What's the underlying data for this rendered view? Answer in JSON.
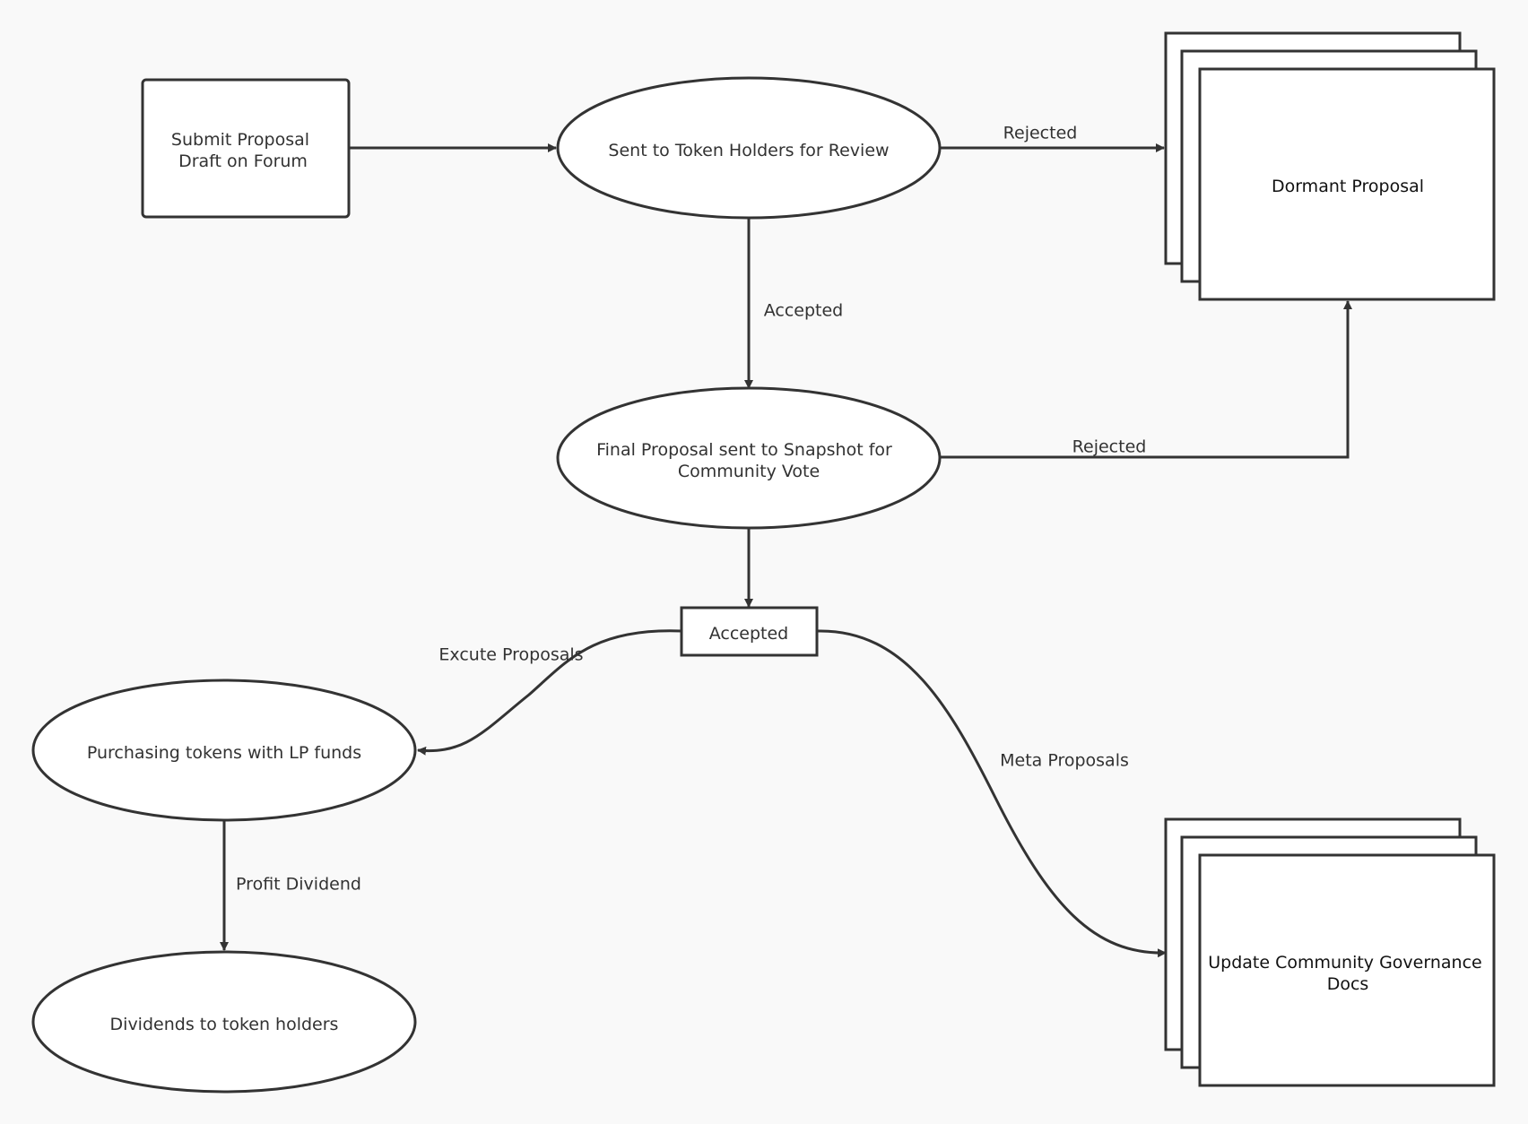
{
  "nodes": {
    "submit": {
      "lines": [
        "Submit Proposal",
        "Draft on Forum"
      ]
    },
    "review": {
      "lines": [
        "Sent to Token Holders for Review"
      ]
    },
    "dormant": {
      "lines": [
        "Dormant Proposal"
      ]
    },
    "snapshot": {
      "lines": [
        "Final Proposal sent to Snapshot for",
        "Community Vote"
      ]
    },
    "accepted": {
      "lines": [
        "Accepted"
      ]
    },
    "purchasing": {
      "lines": [
        "Purchasing tokens with LP funds"
      ]
    },
    "dividends": {
      "lines": [
        "Dividends to token holders"
      ]
    },
    "update_docs": {
      "lines": [
        "Update Community Governance",
        "Docs"
      ]
    }
  },
  "edge_labels": {
    "review_rejected": "Rejected",
    "review_accepted": "Accepted",
    "snapshot_rejected": "Rejected",
    "execute": "Excute Proposals",
    "meta": "Meta Proposals",
    "profit": "Profit Dividend"
  },
  "colors": {
    "background": "#f9f9f9",
    "stroke": "#333333",
    "fill": "#ffffff",
    "text": "#323232"
  }
}
